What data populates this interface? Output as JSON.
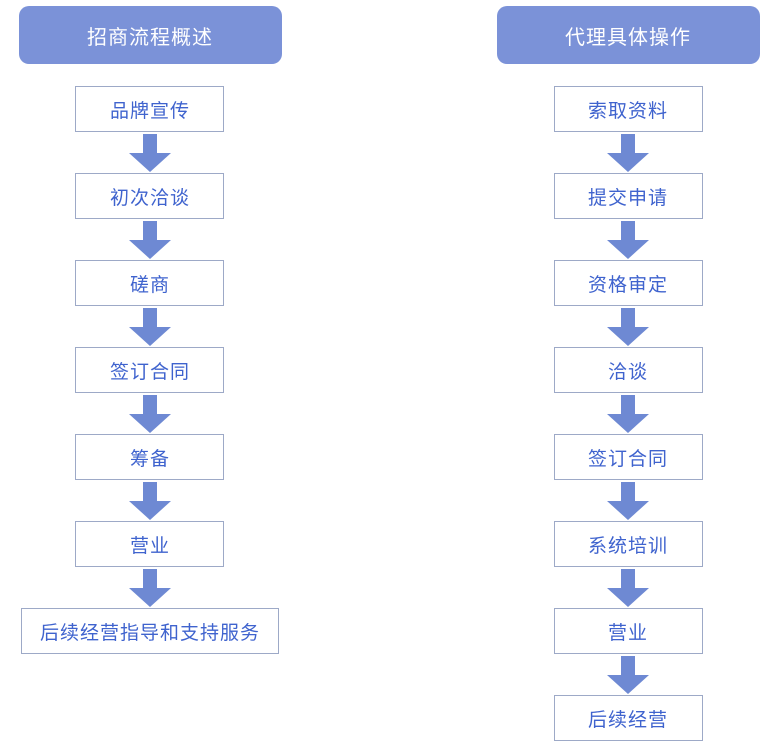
{
  "page": {
    "background": "#ffffff"
  },
  "colors": {
    "header_bg": "#7B92D8",
    "header_text": "#ffffff",
    "box_bg": "#ffffff",
    "box_border": "#9DA9C7",
    "step_text": "#3F63CE",
    "arrow": "#6E89D3"
  },
  "icons": {
    "flow_arrow": "arrow-down-icon"
  },
  "flowcharts": [
    {
      "title": "招商流程概述",
      "steps": [
        "品牌宣传",
        "初次洽谈",
        "磋商",
        "签订合同",
        "筹备",
        "营业",
        "后续经营指导和支持服务"
      ]
    },
    {
      "title": "代理具体操作",
      "steps": [
        "索取资料",
        "提交申请",
        "资格审定",
        "洽谈",
        "签订合同",
        "系统培训",
        "营业",
        "后续经营"
      ]
    }
  ]
}
